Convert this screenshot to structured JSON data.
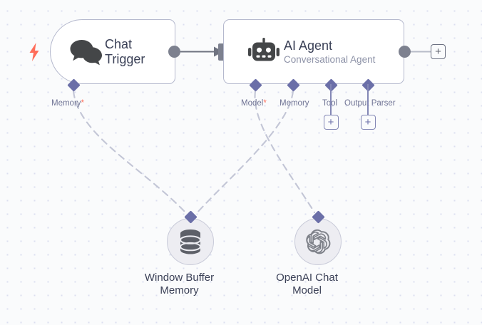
{
  "canvas": {
    "background_color": "#fafbfc",
    "grid_dot_color": "#dcdff0",
    "accent_color": "#6b6fa8",
    "required_marker_color": "#ff6d5a"
  },
  "nodes": {
    "chat_trigger": {
      "title": "Chat\nTrigger",
      "icon": "chat-bubbles-icon",
      "trigger_bolt": "⚡",
      "ports": [
        {
          "name": "Memory",
          "required": true,
          "required_marker": "*"
        }
      ]
    },
    "ai_agent": {
      "title": "AI Agent",
      "subtitle": "Conversational Agent",
      "icon": "robot-icon",
      "ports": [
        {
          "name": "Model",
          "required": true,
          "required_marker": "*"
        },
        {
          "name": "Memory",
          "required": false,
          "required_marker": ""
        },
        {
          "name": "Tool",
          "required": false,
          "required_marker": ""
        },
        {
          "name": "Output Parser",
          "required": false,
          "required_marker": ""
        }
      ]
    },
    "window_buffer_memory": {
      "title": "Window Buffer\nMemory",
      "icon": "database-icon"
    },
    "openai_chat_model": {
      "title": "OpenAI Chat\nModel",
      "icon": "openai-icon"
    }
  },
  "buttons": {
    "add_tool": "+",
    "add_output_parser": "+",
    "add_next_node": "+"
  }
}
